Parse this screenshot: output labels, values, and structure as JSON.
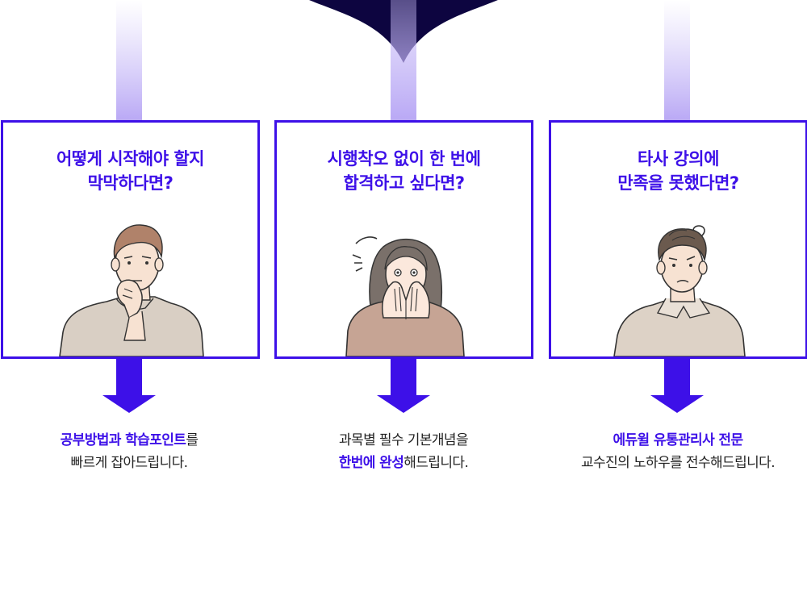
{
  "colors": {
    "accent": "#3d10e8",
    "navy": "#0d0540",
    "beam": "#c9bdf7"
  },
  "cards": [
    {
      "title_line1": "어떻게 시작해야 할지",
      "title_line2": "막막하다면?",
      "illustration": "man-thinking-icon",
      "caption_line1_highlight": "공부방법과 학습포인트",
      "caption_line1_rest": "를",
      "caption_line2_highlight": "",
      "caption_line2_rest": "빠르게 잡아드립니다."
    },
    {
      "title_line1": "시행착오 없이 한 번에",
      "title_line2": "합격하고 싶다면?",
      "illustration": "woman-anxious-icon",
      "caption_line1_highlight": "",
      "caption_line1_rest": "과목별 필수 기본개념을",
      "caption_line2_highlight": "한번에 완성",
      "caption_line2_rest": "해드립니다."
    },
    {
      "title_line1": "타사 강의에",
      "title_line2": "만족을 못했다면?",
      "illustration": "man-confused-icon",
      "caption_line1_highlight": "에듀윌 유통관리사 전문",
      "caption_line1_rest": "",
      "caption_line2_highlight": "",
      "caption_line2_rest": "교수진의 노하우를 전수해드립니다."
    }
  ]
}
